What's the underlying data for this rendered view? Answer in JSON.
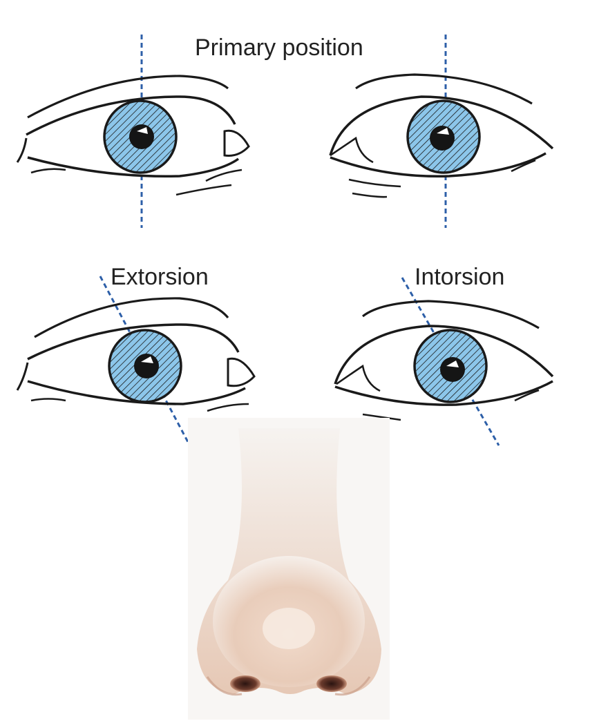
{
  "labels": {
    "primary": "Primary position",
    "extorsion": "Extorsion",
    "intorsion": "Intorsion"
  },
  "figures": {
    "eyes": [
      {
        "name": "primary-right-eye",
        "torsion": "none"
      },
      {
        "name": "primary-left-eye",
        "torsion": "none"
      },
      {
        "name": "extorsion-eye",
        "torsion": "extorsion"
      },
      {
        "name": "intorsion-eye",
        "torsion": "intorsion"
      }
    ],
    "nose": "nose-photo"
  },
  "colors": {
    "iris": "#8cc6ea",
    "iris_dark": "#3a6f9a",
    "axis_line": "#2d5fa8",
    "skin": "#e8cdbd"
  }
}
